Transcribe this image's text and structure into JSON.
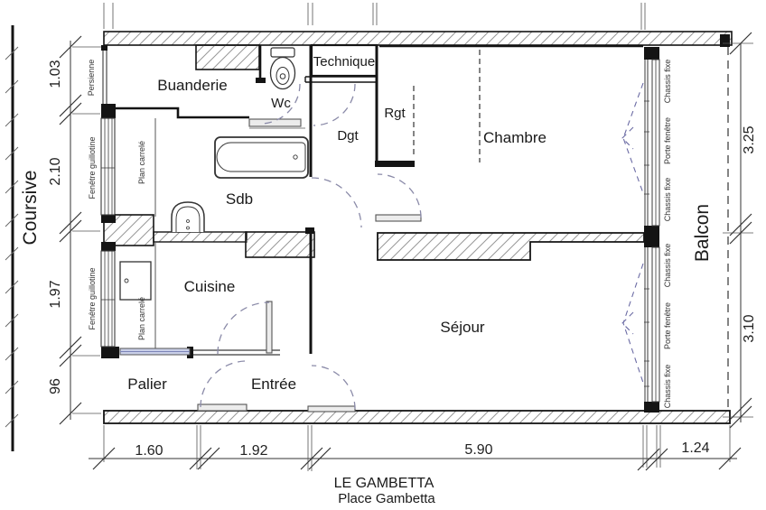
{
  "colors": {
    "wall": "#141414",
    "hatch": "#989898",
    "thin_line": "#3a3a3a",
    "door_swing": "#8a8aa8",
    "window_swing": "#6b6ba4",
    "glass_partition": "#c9cfe8",
    "text": "#1a1a1a"
  },
  "rooms": {
    "buanderie": "Buanderie",
    "wc": "Wc",
    "technique": "Technique",
    "rgt": "Rgt",
    "dgt": "Dgt",
    "chambre": "Chambre",
    "sdb": "Sdb",
    "cuisine": "Cuisine",
    "sejour": "Séjour",
    "palier": "Palier",
    "entree": "Entrée",
    "balcon": "Balcon",
    "coursive": "Coursive"
  },
  "openings": {
    "persienne": "Persienne",
    "fenetre_guillotine_haut": "Fenêtre guillotine",
    "plan_carrele_haut": "Plan carrelé",
    "fenetre_guillotine_bas": "Fenêtre guillotine",
    "plan_carrele_bas": "Plan carrelé",
    "chassis_fixe_1": "Chassis fixe",
    "porte_fenetre_1": "Porte fenêtre",
    "chassis_fixe_2": "Chassis fixe",
    "chassis_fixe_3": "Chassis fixe",
    "porte_fenetre_2": "Porte fenêtre",
    "chassis_fixe_4": "Chassis fixe"
  },
  "dimensions": {
    "left": [
      "1.03",
      "2.10",
      "1.97",
      "96"
    ],
    "right": [
      "3.25",
      "3.10"
    ],
    "bottom": [
      "1.60",
      "1.92",
      "5.90",
      "1.24"
    ]
  },
  "title": {
    "building": "LE GAMBETTA",
    "address": "Place Gambetta"
  }
}
